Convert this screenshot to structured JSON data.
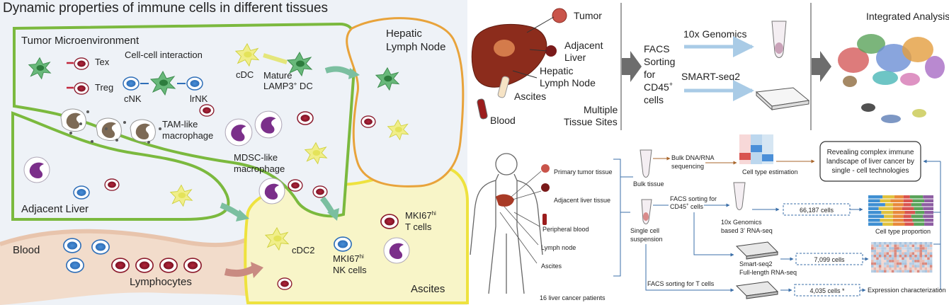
{
  "left_panel": {
    "title": "Dynamic properties of immune cells in different tissues",
    "tumor_micro": "Tumor Microenvironment",
    "tex": "Tex",
    "treg": "Treg",
    "cell_cell": "Cell-cell interaction",
    "cnk": "cNK",
    "lrnk": "lrNK",
    "cdc": "cDC",
    "mature_line1": "Mature",
    "mature_line2": "LAMP3",
    "mature_sup": "+",
    "mature_dc": " DC",
    "hepatic_line1": "Hepatic",
    "hepatic_line2": "Lymph Node",
    "tam_line1": "TAM-like",
    "tam_line2": "macrophage",
    "mdsc_line1": "MDSC-like",
    "mdsc_line2": "macrophage",
    "adjacent_liver": "Adjacent Liver",
    "blood": "Blood",
    "lymphocytes": "Lymphocytes",
    "cdc2": "cDC2",
    "mki67": "MKI67",
    "hi": "hi",
    "nk_cells": "NK cells",
    "t_cells": "T cells",
    "ascites": "Ascites"
  },
  "top_right": {
    "tumor": "Tumor",
    "adjacent_line1": "Adjacent",
    "adjacent_line2": "Liver",
    "hepatic_line1": "Hepatic",
    "hepatic_line2": "Lymph Node",
    "ascites": "Ascites",
    "blood": "Blood",
    "multiple_line1": "Multiple",
    "multiple_line2": "Tissue Sites",
    "facs_line1": "FACS",
    "facs_line2": "Sorting",
    "facs_line3": "for",
    "facs_line4": "CD45",
    "facs_sup": "+",
    "facs_line5": "cells",
    "tenx": "10x Genomics",
    "smart": "SMART-seq2",
    "integrated": "Integrated Analysis"
  },
  "bottom_right": {
    "primary_tumor": "Primary tumor tissue",
    "adjacent_liver": "Adjacent liver tissue",
    "peripheral_blood": "Peripheral blood",
    "lymph_node": "Lymph node",
    "ascites": "Ascites",
    "patients": "16 liver cancer patients",
    "bulk_tissue": "Bulk tissue",
    "bulk_seq_line1": "Bulk DNA/RNA",
    "bulk_seq_line2": "sequencing",
    "cell_type_est": "Cell type estimation",
    "revealing_line1": "Revealing complex immune",
    "revealing_line2": "landscape of liver cancer by",
    "revealing_line3": "single - cell technologies",
    "facs_cd45_line1": "FACS sorting for",
    "facs_cd45_line2": "CD45",
    "facs_cd45_sup": "+",
    "facs_cd45_line3": " cells",
    "single_cell_line1": "Single cell",
    "single_cell_line2": "suspension",
    "tenx_line1": "10x Genomics",
    "tenx_line2": "based 3’ RNA-seq",
    "cells_66187": "66,187 cells",
    "cell_type_prop": "Cell type proportion",
    "smart_line1": "Smart-seq2",
    "smart_line2": "Full-length RNA-seq",
    "cells_7099": "7,099 cells",
    "facs_t": "FACS sorting for T cells",
    "cells_4035": "4,035 cells *",
    "expression": "Expression characterization"
  },
  "colors": {
    "green_outline": "#7bb93e",
    "orange_outline": "#e8a33b",
    "yellow_outline": "#eee23e",
    "blood_band": "#f2dccb",
    "arrow_blue": "#a9cbe6",
    "gray_arrow": "#6d6d6d",
    "panel_bg": "#eef2f7"
  }
}
